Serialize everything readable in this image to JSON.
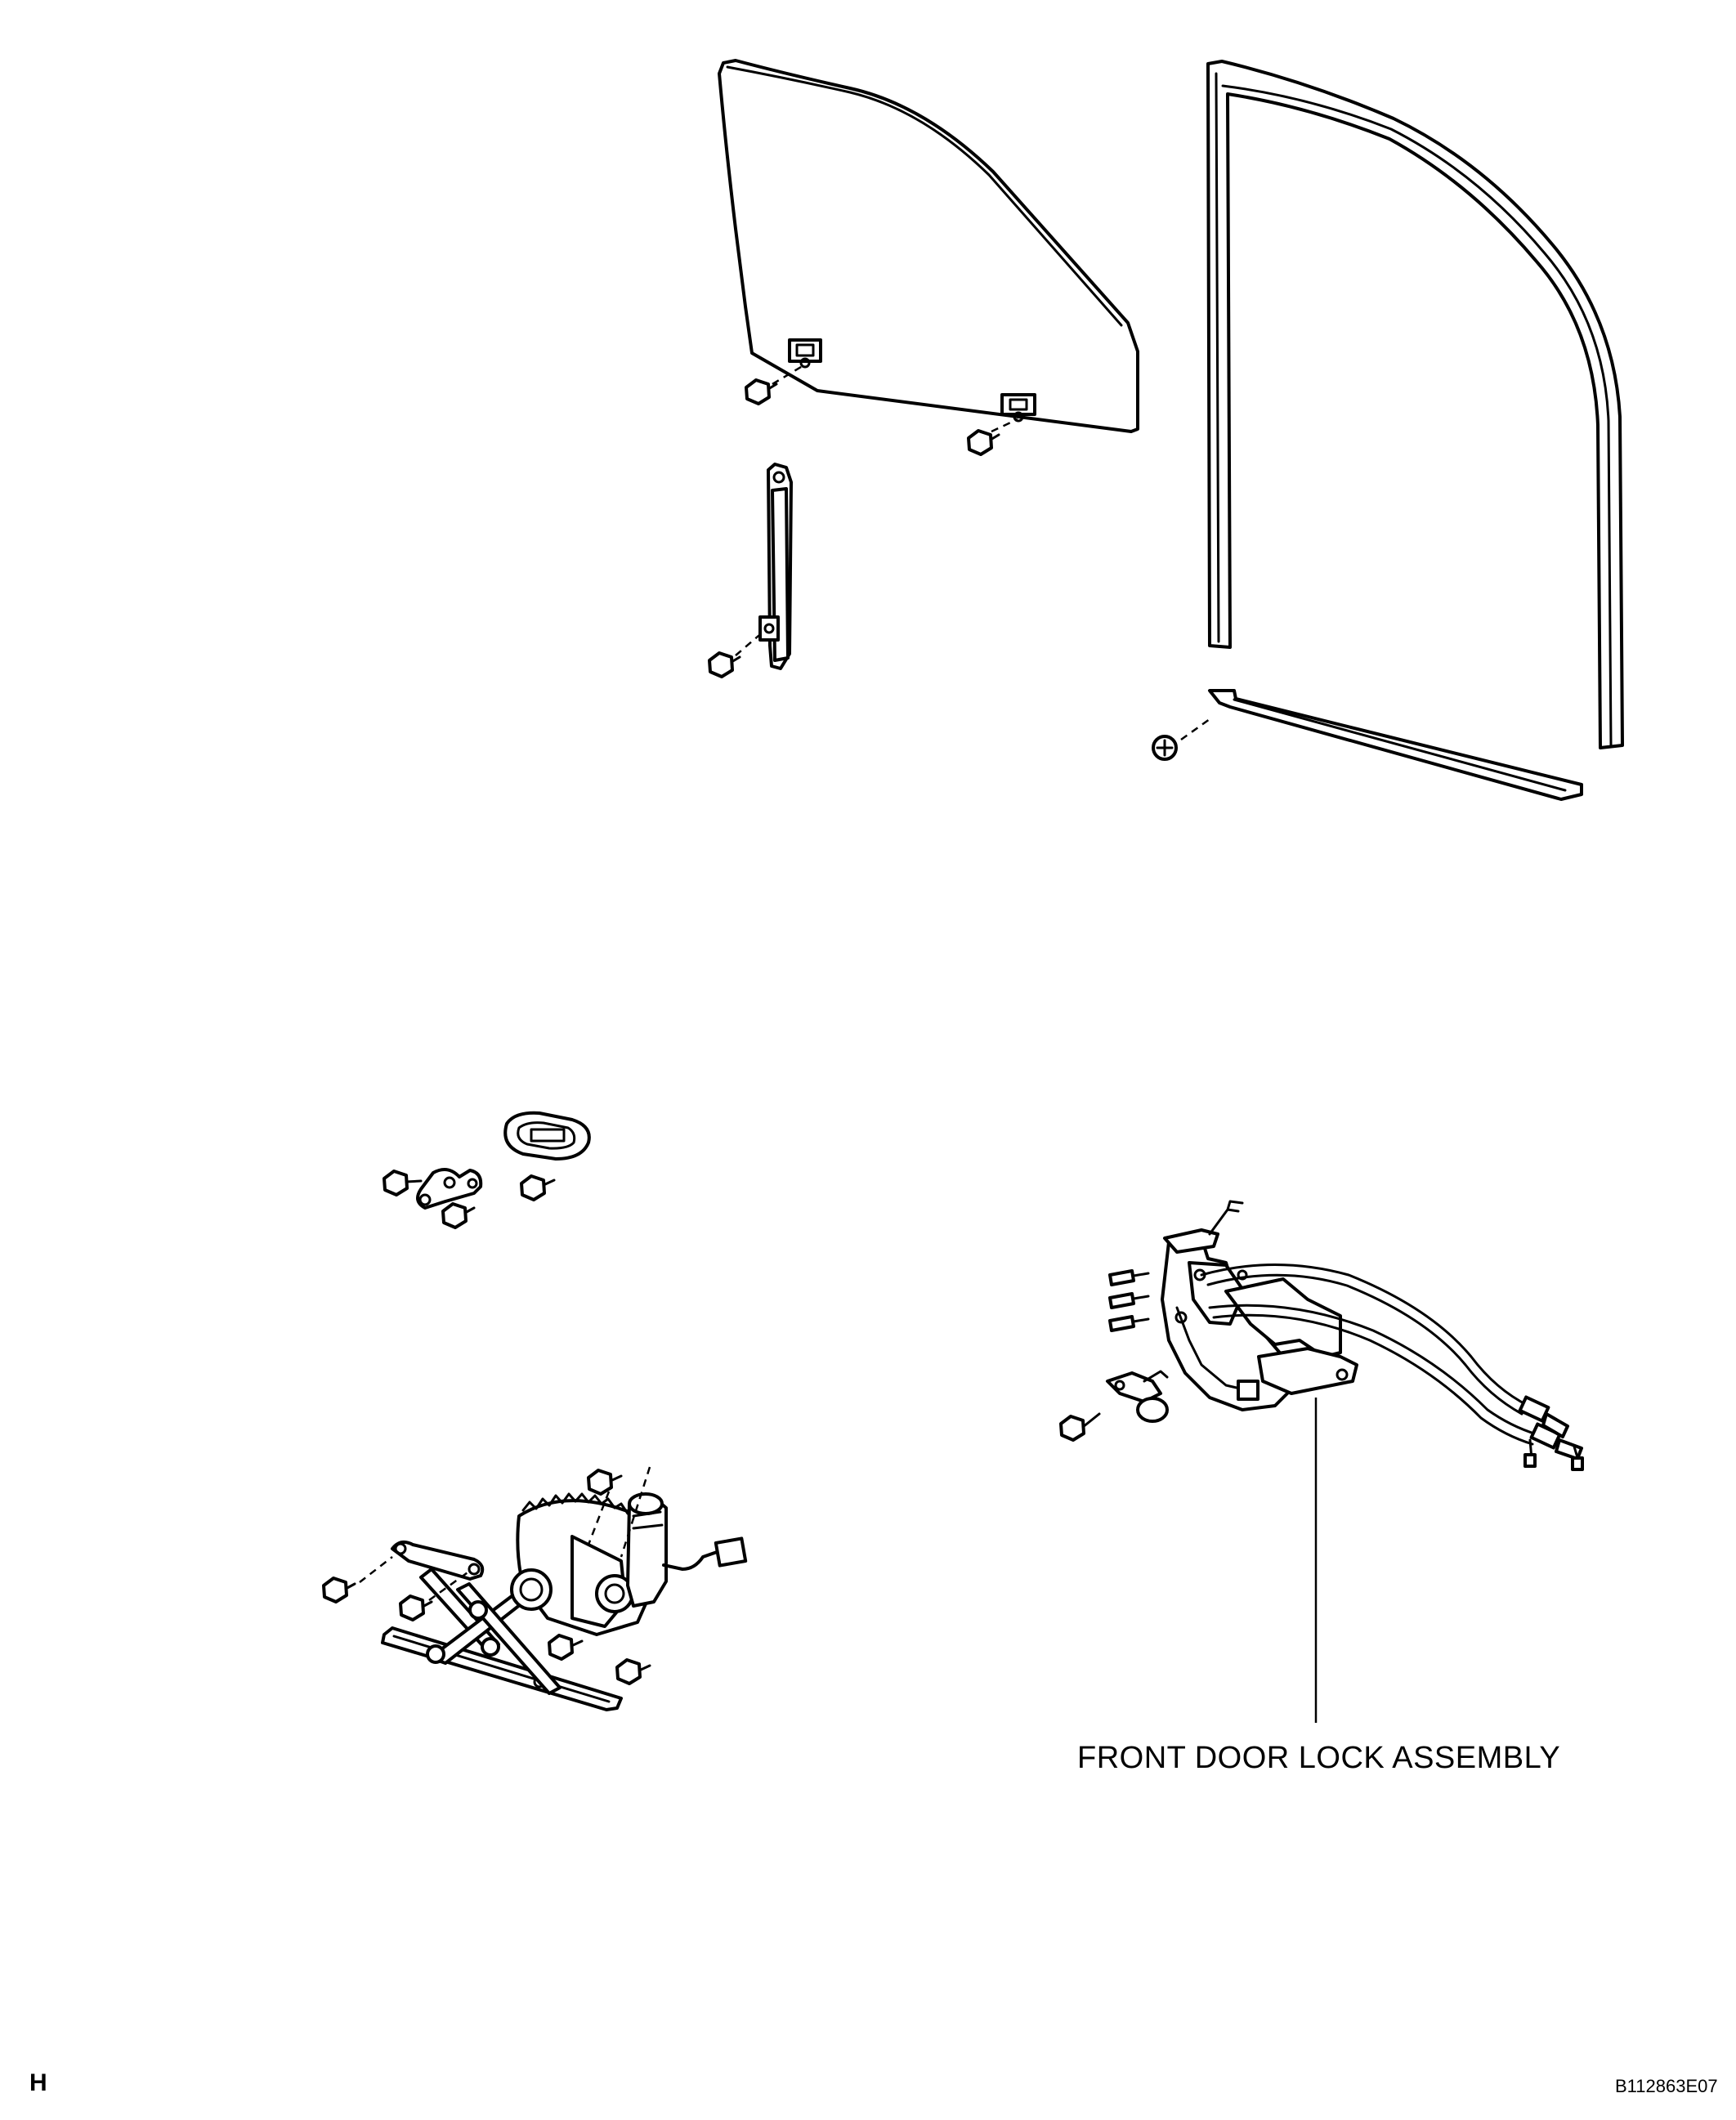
{
  "callout": {
    "label": "FRONT DOOR LOCK ASSEMBLY"
  },
  "footer": {
    "page_letter": "H",
    "figure_code": "B112863E07"
  },
  "parts": [
    "front-door-glass",
    "glass-run",
    "rear-lower-sash",
    "belt-moulding",
    "door-stopper",
    "window-regulator",
    "door-lock-assembly",
    "lock-cables"
  ],
  "colors": {
    "line": "#000000",
    "background": "#ffffff"
  }
}
